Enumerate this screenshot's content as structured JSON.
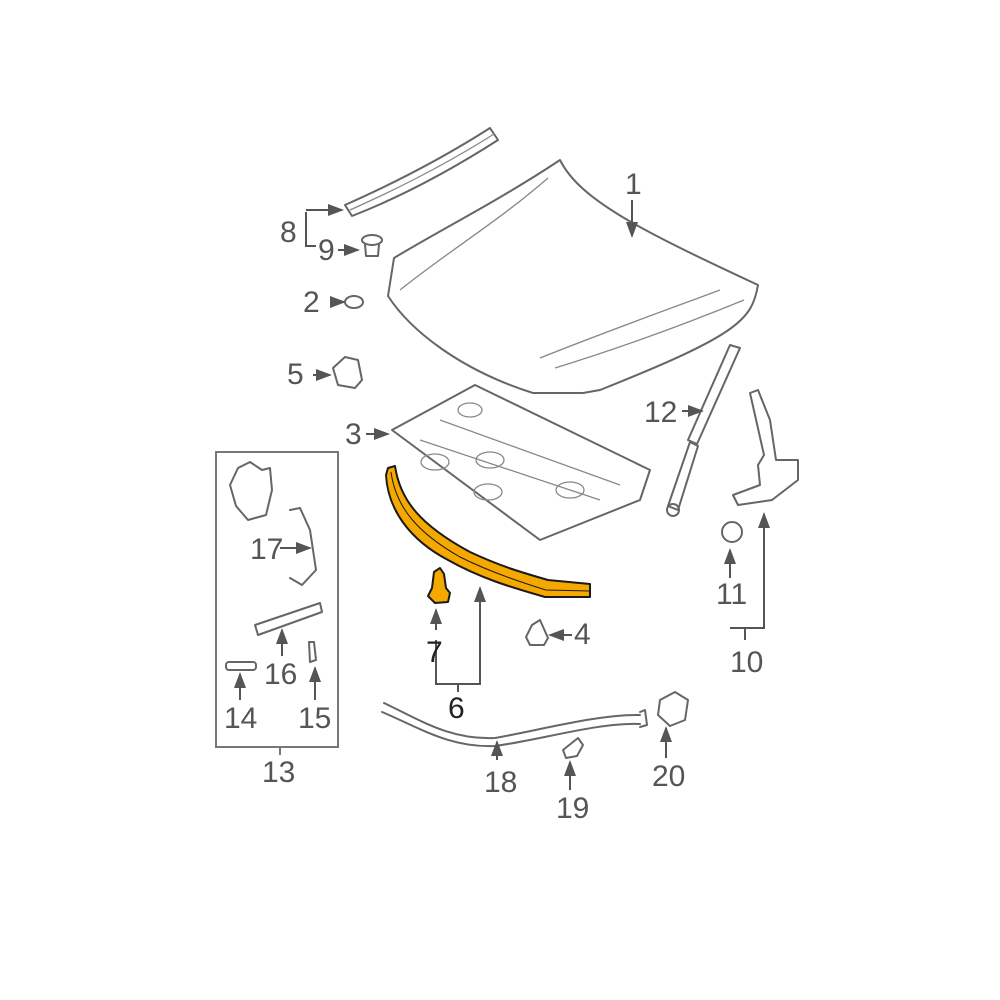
{
  "diagram": {
    "type": "exploded-parts-diagram",
    "subject": "Hood and components",
    "highlight_color": "#f5a800",
    "line_color": "#666666",
    "highlighted_parts": [
      "6",
      "7"
    ],
    "callouts": [
      {
        "number": "1",
        "part": "hood-panel"
      },
      {
        "number": "2",
        "part": "grommet"
      },
      {
        "number": "3",
        "part": "hood-inner-panel"
      },
      {
        "number": "4",
        "part": "bumper-stop"
      },
      {
        "number": "5",
        "part": "clip"
      },
      {
        "number": "6",
        "part": "seal-assembly",
        "highlighted": true
      },
      {
        "number": "7",
        "part": "retainer-clip",
        "highlighted": true
      },
      {
        "number": "8",
        "part": "rear-seal-assembly"
      },
      {
        "number": "9",
        "part": "retainer"
      },
      {
        "number": "10",
        "part": "hinge-assembly"
      },
      {
        "number": "11",
        "part": "nut"
      },
      {
        "number": "12",
        "part": "lift-support"
      },
      {
        "number": "13",
        "part": "latch-assembly-group"
      },
      {
        "number": "14",
        "part": "latch-pin"
      },
      {
        "number": "15",
        "part": "bolt"
      },
      {
        "number": "16",
        "part": "spring"
      },
      {
        "number": "17",
        "part": "latch"
      },
      {
        "number": "18",
        "part": "release-cable"
      },
      {
        "number": "19",
        "part": "cable-clip"
      },
      {
        "number": "20",
        "part": "release-handle"
      }
    ]
  },
  "labels": {
    "l1": "1",
    "l2": "2",
    "l3": "3",
    "l4": "4",
    "l5": "5",
    "l6": "6",
    "l7": "7",
    "l8": "8",
    "l9": "9",
    "l10": "10",
    "l11": "11",
    "l12": "12",
    "l13": "13",
    "l14": "14",
    "l15": "15",
    "l16": "16",
    "l17": "17",
    "l18": "18",
    "l19": "19",
    "l20": "20"
  }
}
